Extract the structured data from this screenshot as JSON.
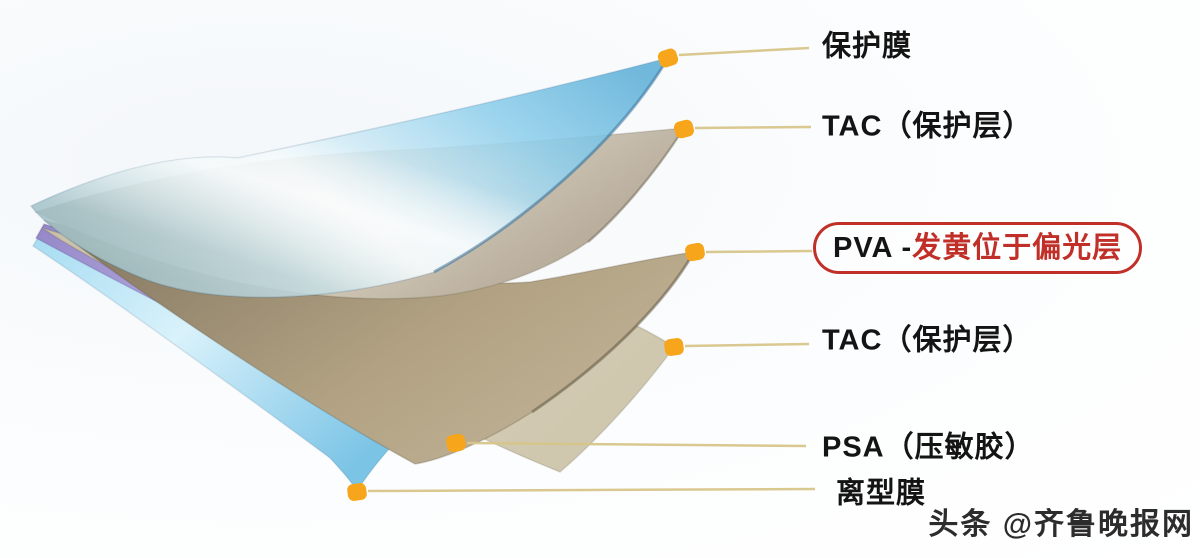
{
  "diagram": {
    "title_implied": "",
    "layers": [
      {
        "id": "protective-film",
        "label": "保护膜",
        "color": "#7cc2e4"
      },
      {
        "id": "tac-top",
        "label": "TAC（保护层）",
        "color": "#b7aa97"
      },
      {
        "id": "pva",
        "label_prefix": "PVA - ",
        "label_highlight": "发黄位于偏光层",
        "color": "#b3a284"
      },
      {
        "id": "tac-bottom",
        "label": "TAC（保护层）",
        "color": "#d5cdb8"
      },
      {
        "id": "psa",
        "label": "PSA（压敏胶）",
        "color": "#9a8cd0"
      },
      {
        "id": "release-film",
        "label": "离型膜",
        "color": "#9bd8f0"
      }
    ],
    "colors": {
      "dot_orange": "#f7a61b",
      "connector_line": "#d8c68a",
      "highlight_red": "#c13028",
      "label_text": "#141414"
    }
  },
  "watermark": {
    "text": "头条 @齐鲁晚报网"
  }
}
